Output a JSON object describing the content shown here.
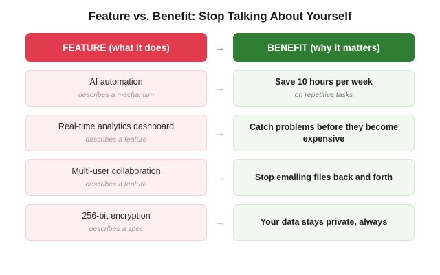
{
  "title": "Feature vs. Benefit: Stop Talking About Yourself",
  "header": {
    "feature_label": "FEATURE (what it does)",
    "benefit_label": "BENEFIT (why it matters)",
    "arrow": "→"
  },
  "colors": {
    "feature_header_bg": "#e23b4e",
    "benefit_header_bg": "#2f7d32",
    "feature_card_bg": "#fdf0f1",
    "feature_card_border": "#f6ced3",
    "benefit_card_bg": "#f0f8f0",
    "benefit_card_border": "#d3e9d3",
    "title_text": "#1a1a1a",
    "arrow_head": "#9a9a9a",
    "arrow_body": "#c2c2c2"
  },
  "rows": [
    {
      "arrow": "→",
      "feature": {
        "main": "AI automation",
        "sub": "describes a mechanism"
      },
      "benefit": {
        "main": "Save 10 hours per week",
        "sub": "on repetitive tasks"
      }
    },
    {
      "arrow": "→",
      "feature": {
        "main": "Real-time analytics dashboard",
        "sub": "describes a feature"
      },
      "benefit": {
        "main": "Catch problems before they become expensive",
        "sub": ""
      }
    },
    {
      "arrow": "→",
      "feature": {
        "main": "Multi-user collaboration",
        "sub": "describes a feature"
      },
      "benefit": {
        "main": "Stop emailing files back and forth",
        "sub": ""
      }
    },
    {
      "arrow": "→",
      "feature": {
        "main": "256-bit encryption",
        "sub": "describes a spec"
      },
      "benefit": {
        "main": "Your data stays private, always",
        "sub": ""
      }
    }
  ]
}
